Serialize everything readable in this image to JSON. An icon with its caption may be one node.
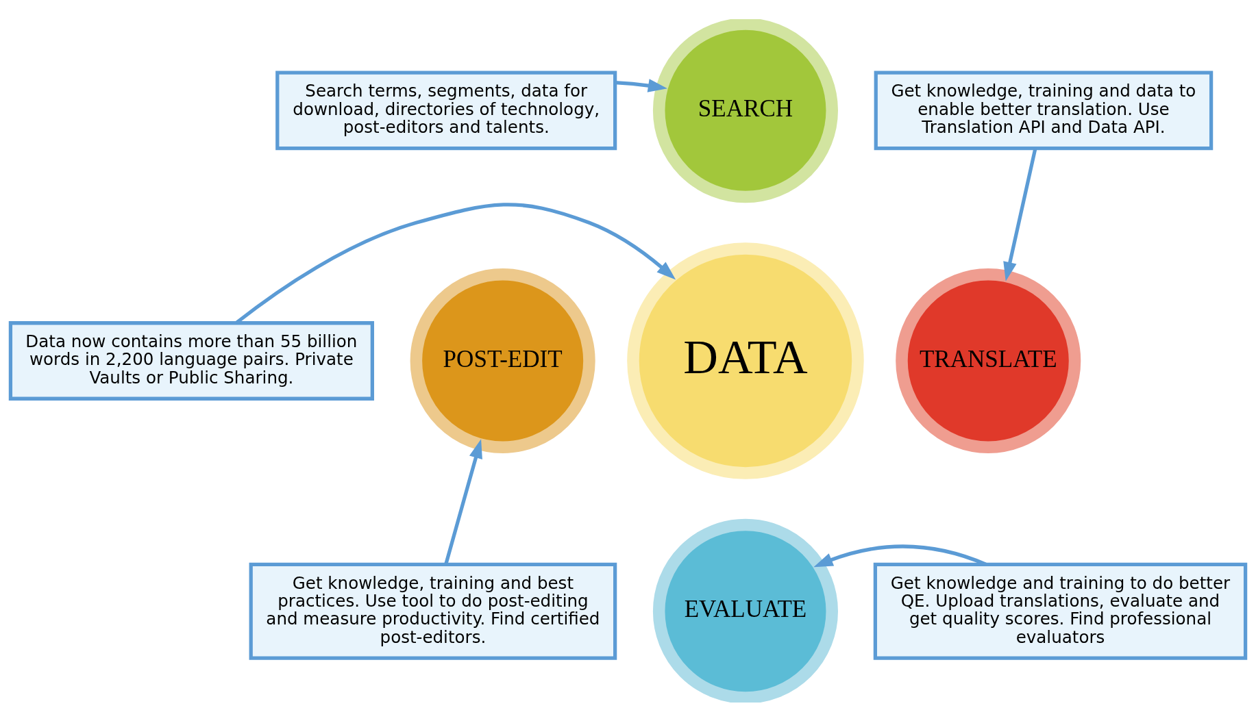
{
  "diagram": {
    "nodes": [
      {
        "text": [
          "Search terms, segments, data for download, directories of technology, post-editors and talents."
        ]
      },
      {
        "text": [
          "SEARCH"
        ]
      },
      {
        "text": [
          "Get knowledge, training and data to enable better translation. Use Translation API and Data API."
        ]
      },
      {
        "text": [
          "Data now contains more than 55 billion words in 2,200 language pairs. Private Vaults or Public Sharing."
        ]
      },
      {
        "text": [
          "POST-EDIT"
        ]
      },
      {
        "text": [
          "DATA"
        ]
      },
      {
        "text": [
          "TRANSLATE"
        ]
      },
      {
        "text": [
          "Get knowledge, training and best practices. Use tool to do post-editing and measure productivity. Find certified post-editors."
        ]
      },
      {
        "text": [
          "EVALUATE"
        ]
      },
      {
        "text": [
          "Get knowledge and training to do better QE. Upload translations, evaluate and get quality scores. Find professional evaluators"
        ]
      }
    ],
    "edges": [
      {
        "from": 0,
        "to": 1,
        "arrow": "to"
      },
      {
        "from": 2,
        "to": 6,
        "arrow": "to"
      },
      {
        "from": 3,
        "to": 5,
        "arrow": "to"
      },
      {
        "from": 7,
        "to": 4,
        "arrow": "to"
      },
      {
        "from": 9,
        "to": 8,
        "arrow": "to"
      }
    ]
  }
}
